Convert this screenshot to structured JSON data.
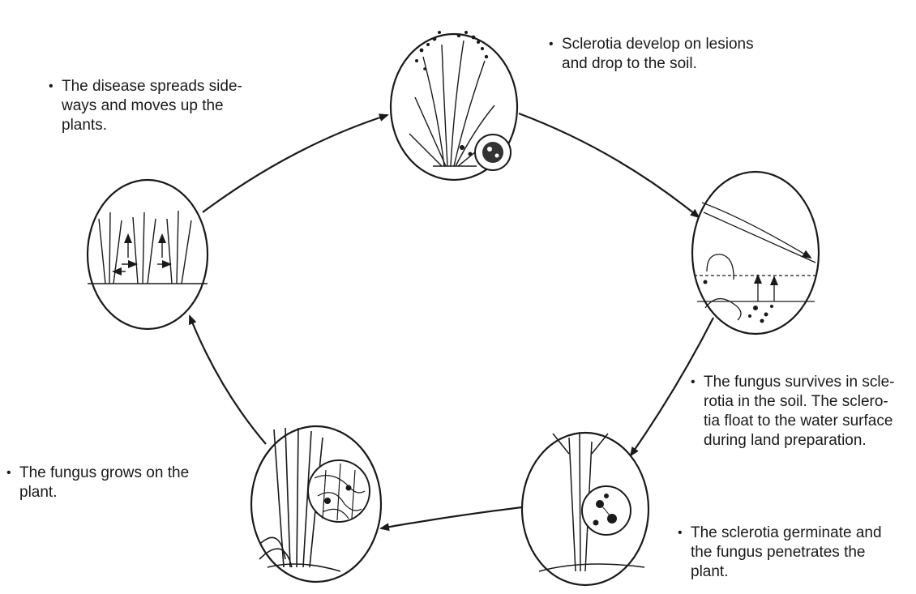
{
  "captions": {
    "top_right": "Sclerotia develop on lesions\nand drop to the soil.",
    "top_left": "The disease spreads side-\nways and moves up the\nplants.",
    "mid_right": "The fungus survives in scle-\nrotia in the soil. The sclero-\ntia float to the water surface\nduring land preparation.",
    "bottom_left": "The fungus grows on the\nplant.",
    "bottom_right": "The sclerotia germinate and\nthe fungus penetrates the\nplant."
  },
  "bullet": "•",
  "colors": {
    "ink": "#1a1a1a",
    "background": "#ffffff"
  }
}
